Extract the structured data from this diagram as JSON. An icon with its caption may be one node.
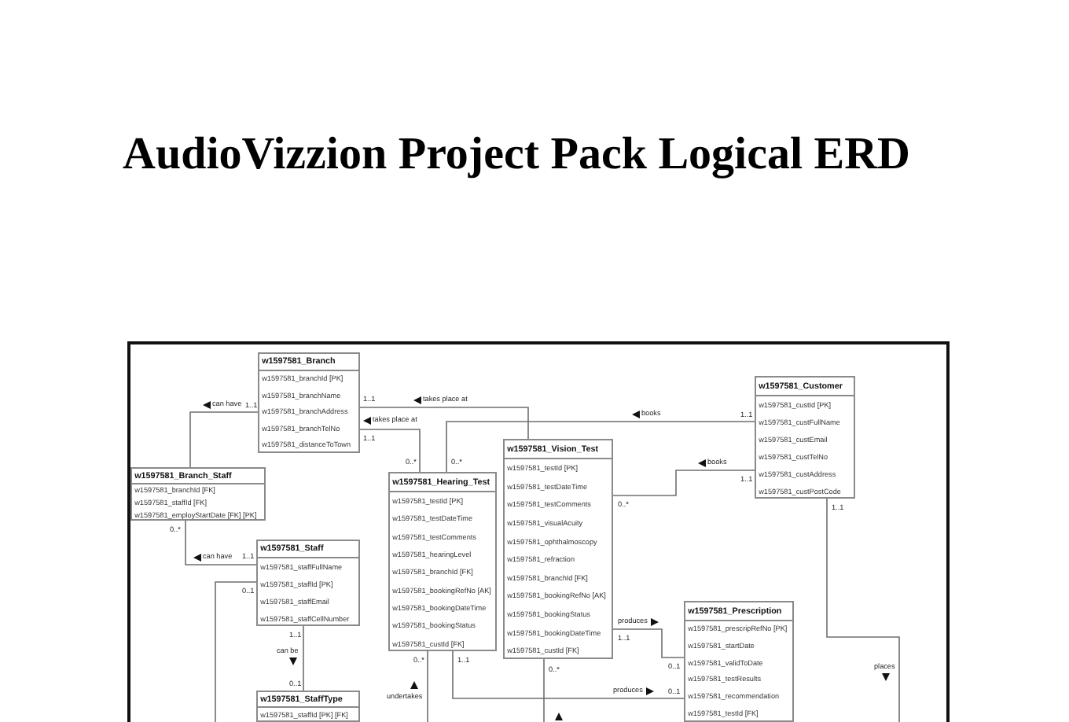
{
  "diagram": {
    "title": "AudioVizzion Project Pack Logical ERD",
    "nodes": [
      {
        "text": [
          "w1597581_Branch",
          "w1597581_branchId [PK]",
          "w1597581_branchName",
          "w1597581_branchAddress",
          "w1597581_branchTelNo",
          "w1597581_distanceToTown"
        ]
      },
      {
        "text": [
          "w1597581_Branch_Staff",
          "w1597581_branchId [FK]",
          "w1597581_staffId [FK]",
          "w1597581_employStartDate [FK] [PK]"
        ]
      },
      {
        "text": [
          "w1597581_Staff",
          "w1597581_staffFullName",
          "w1597581_staffId [PK]",
          "w1597581_staffEmail",
          "w1597581_staffCellNumber"
        ]
      },
      {
        "text": [
          "w1597581_StaffType",
          "w1597581_staffId [PK] [FK]"
        ]
      },
      {
        "text": [
          "w1597581_Hearing_Test",
          "w1597581_testId [PK]",
          "w1597581_testDateTime",
          "w1597581_testComments",
          "w1597581_hearingLevel",
          "w1597581_branchId [FK]",
          "w1597581_bookingRefNo [AK]",
          "w1597581_bookingDateTime",
          "w1597581_bookingStatus",
          "w1597581_custId [FK]"
        ]
      },
      {
        "text": [
          "w1597581_Vision_Test",
          "w1597581_testId [PK]",
          "w1597581_testDateTime",
          "w1597581_testComments",
          "w1597581_visualAcuity",
          "w1597581_ophthalmoscopy",
          "w1597581_refraction",
          "w1597581_branchId [FK]",
          "w1597581_bookingRefNo [AK]",
          "w1597581_bookingStatus",
          "w1597581_bookingDateTime",
          "w1597581_custId [FK]"
        ]
      },
      {
        "text": [
          "w1597581_Customer",
          "w1597581_custId [PK]",
          "w1597581_custFullName",
          "w1597581_custEmail",
          "w1597581_custTelNo",
          "w1597581_custAddress",
          "w1597581_custPostCode"
        ]
      },
      {
        "text": [
          "w1597581_Prescription",
          "w1597581_prescripRefNo [PK]",
          "w1597581_startDate",
          "w1597581_validToDate",
          "w1597581_testResults",
          "w1597581_recommendation",
          "w1597581_testId [FK]"
        ]
      }
    ],
    "edges": [
      {
        "from": 0,
        "to": 1,
        "arrow": "none",
        "label": "can have"
      },
      {
        "from": 1,
        "to": 2,
        "arrow": "none",
        "label": "can have"
      },
      {
        "from": 2,
        "to": 3,
        "arrow": "none",
        "label": "can be"
      },
      {
        "from": 0,
        "to": 5,
        "arrow": "none",
        "label": "takes place at"
      },
      {
        "from": 0,
        "to": 4,
        "arrow": "none",
        "label": "takes place at"
      },
      {
        "from": 6,
        "to": 4,
        "arrow": "none",
        "label": "books"
      },
      {
        "from": 6,
        "to": 5,
        "arrow": "none",
        "label": "books"
      },
      {
        "from": 5,
        "to": 7,
        "arrow": "none",
        "label": "produces"
      },
      {
        "from": 4,
        "to": 7,
        "arrow": "none",
        "label": "produces"
      },
      {
        "from": 4,
        "to": null,
        "arrow": "none",
        "label": "undertakes"
      },
      {
        "from": 5,
        "to": null,
        "arrow": "none"
      },
      {
        "from": 2,
        "to": null,
        "arrow": "none"
      },
      {
        "from": 6,
        "to": null,
        "arrow": "none",
        "label": "places"
      }
    ],
    "labels": [
      "1..1",
      "1..1",
      "1..1",
      "1..1",
      "0..*",
      "0..*",
      "1..1",
      "0..*",
      "1..1",
      "0..*",
      "1..1",
      "0..1",
      "1..1",
      "1..1",
      "0..*",
      "1..1",
      "0..1",
      "0..*",
      "0..1",
      "0..1"
    ]
  }
}
